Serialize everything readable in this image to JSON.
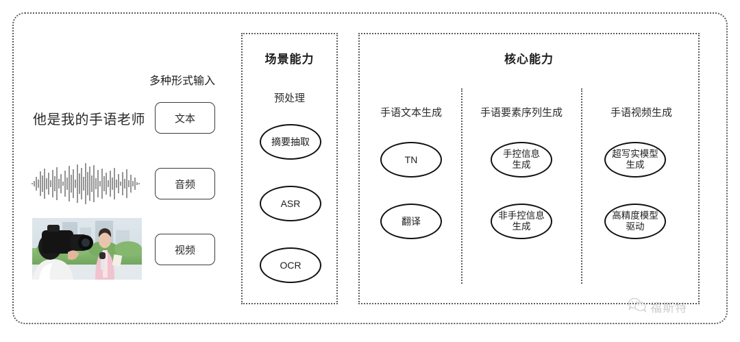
{
  "left_input": {
    "heading": "多种形式输入",
    "sample_text": "他是我的手语老师",
    "modalities": [
      {
        "label": "文本",
        "icon": "text-line"
      },
      {
        "label": "音频",
        "icon": "audio-waveform"
      },
      {
        "label": "视频",
        "icon": "video-thumbnail"
      }
    ]
  },
  "scene_panel": {
    "title": "场景能力",
    "subtitle": "预处理",
    "nodes": [
      {
        "label": "摘要抽取"
      },
      {
        "label": "ASR"
      },
      {
        "label": "OCR"
      }
    ]
  },
  "core_panel": {
    "title": "核心能力",
    "columns": [
      {
        "header": "手语文本生成",
        "nodes": [
          {
            "label": "TN"
          },
          {
            "label": "翻译"
          }
        ]
      },
      {
        "header": "手语要素序列生成",
        "nodes": [
          {
            "label": "手控信息\n生成"
          },
          {
            "label": "非手控信息\n生成"
          }
        ]
      },
      {
        "header": "手语视频生成",
        "nodes": [
          {
            "label": "超写实模型\n生成"
          },
          {
            "label": "高精度模型\n驱动"
          }
        ]
      }
    ]
  },
  "watermark": {
    "text": "福斯特",
    "icon": "wechat-icon"
  },
  "colors": {
    "border": "#5b5b5b",
    "node_stroke": "#111111",
    "text": "#2b2b2b",
    "background": "#ffffff"
  }
}
